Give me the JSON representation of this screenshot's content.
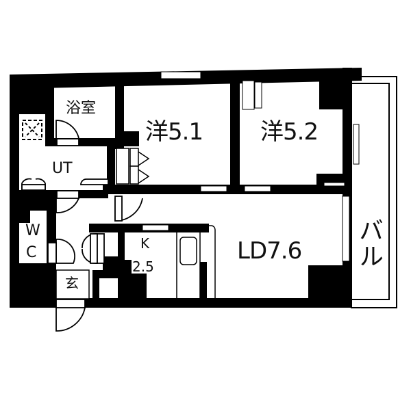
{
  "floor_plan": {
    "colors": {
      "wall": "#000000",
      "floor": "#ffffff",
      "line": "#000000"
    },
    "rooms": [
      {
        "id": "bath",
        "label": "浴室"
      },
      {
        "id": "western1",
        "label": "洋5.1"
      },
      {
        "id": "western2",
        "label": "洋5.2"
      },
      {
        "id": "utility",
        "label": "UT"
      },
      {
        "id": "toilet",
        "label_line1": "W",
        "label_line2": "C"
      },
      {
        "id": "kitchen",
        "label_line1": "K",
        "label_line2": "2.5"
      },
      {
        "id": "living_dining",
        "label": "LD7.6"
      },
      {
        "id": "entrance",
        "label": "玄"
      },
      {
        "id": "balcony",
        "label": "バル"
      }
    ]
  }
}
